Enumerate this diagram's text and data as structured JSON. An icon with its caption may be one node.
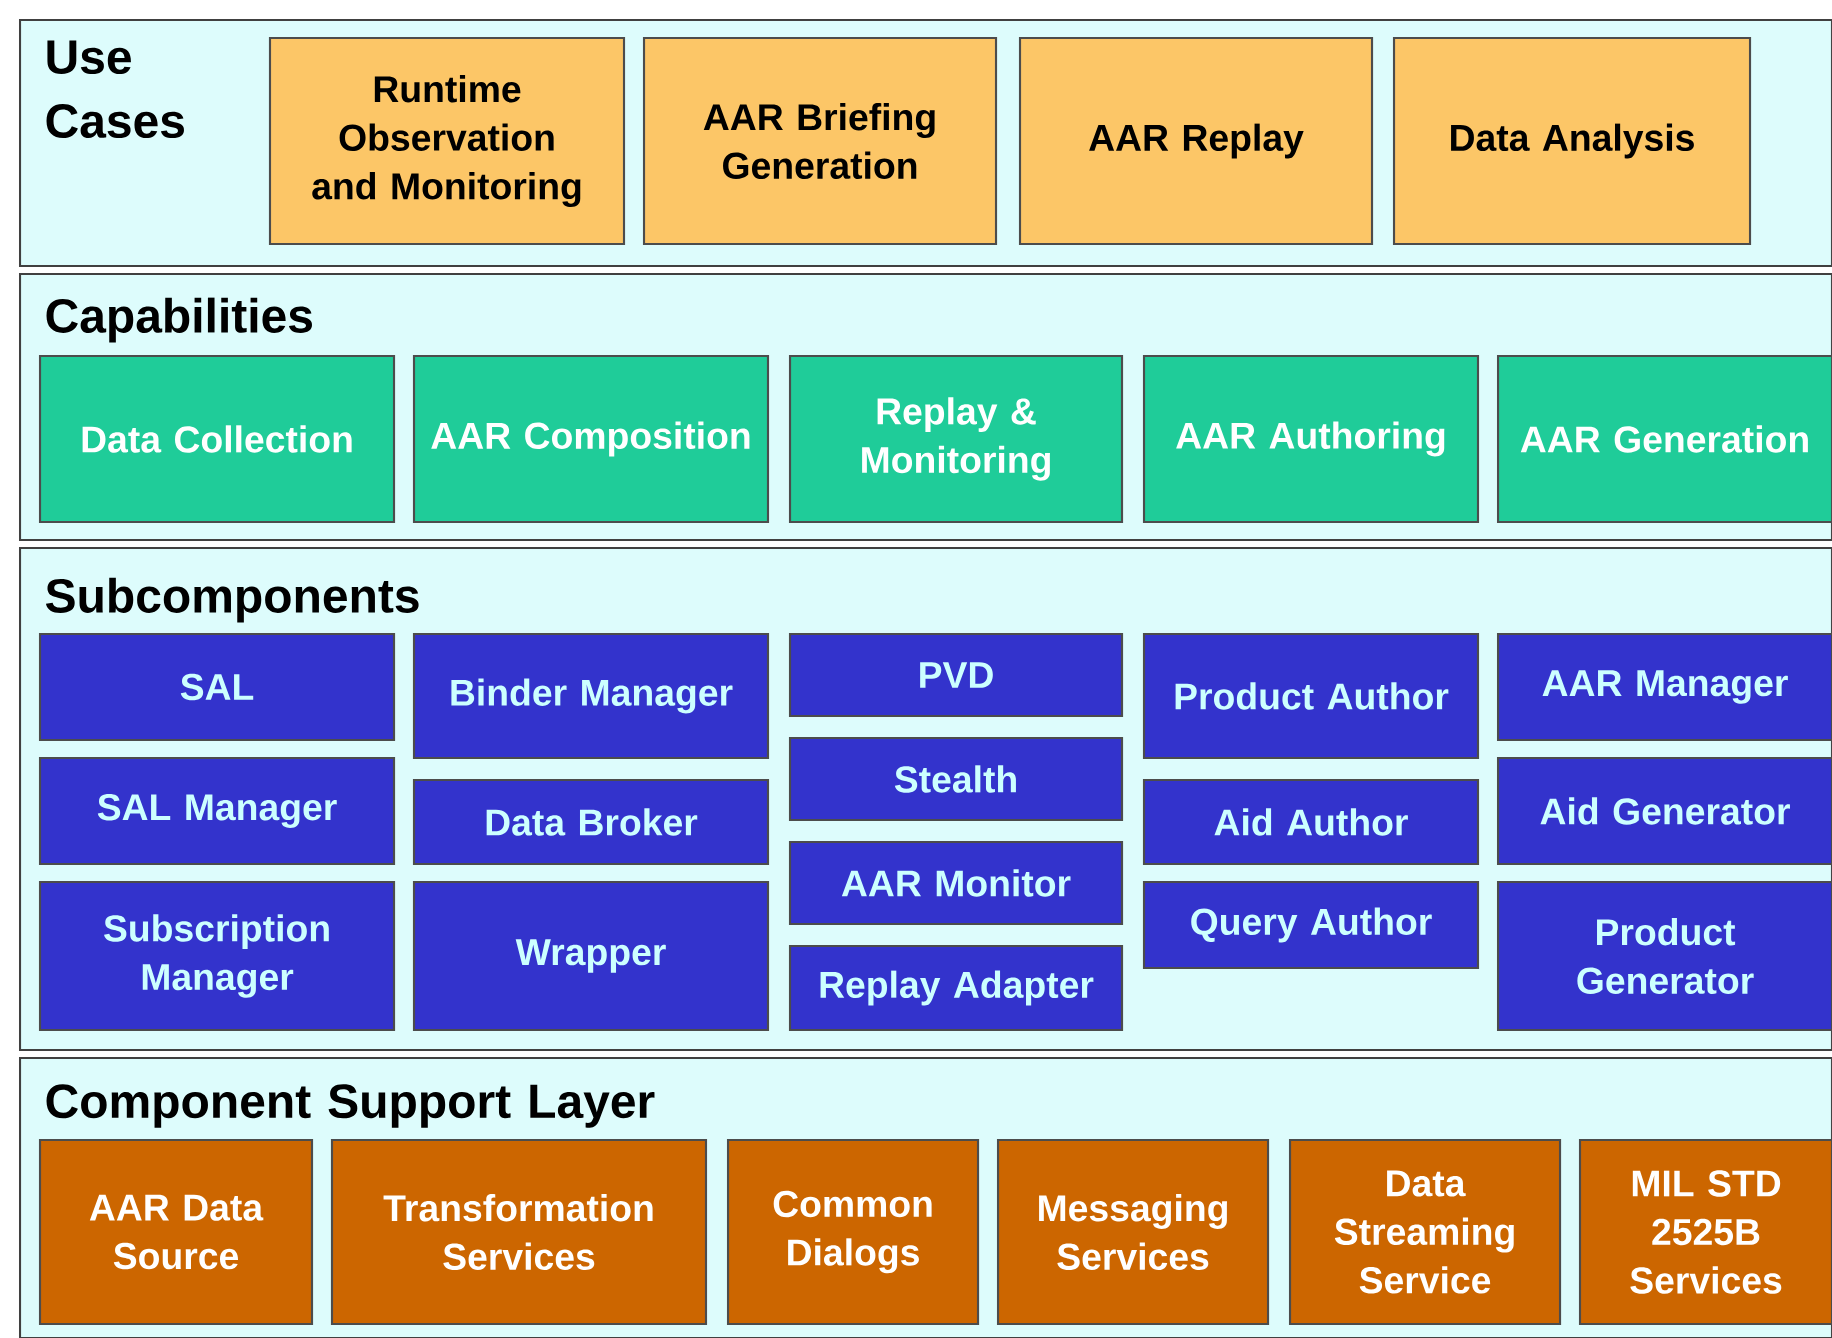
{
  "diagram": {
    "nodes": [
      {
        "text": [
          "Use Cases"
        ]
      },
      {
        "text": [
          "Runtime Observation and Monitoring"
        ],
        "in": 0
      },
      {
        "text": [
          "AAR Briefing Generation"
        ],
        "in": 0
      },
      {
        "text": [
          "AAR Replay"
        ],
        "in": 0
      },
      {
        "text": [
          "Data Analysis"
        ],
        "in": 0
      },
      {
        "text": [
          "Capabilities"
        ]
      },
      {
        "text": [
          "Data Collection"
        ],
        "in": 5
      },
      {
        "text": [
          "AAR Composition"
        ],
        "in": 5
      },
      {
        "text": [
          "Replay & Monitoring"
        ],
        "in": 5
      },
      {
        "text": [
          "AAR Authoring"
        ],
        "in": 5
      },
      {
        "text": [
          "AAR Generation"
        ],
        "in": 5
      },
      {
        "text": [
          "Subcomponents"
        ]
      },
      {
        "text": [
          "SAL"
        ],
        "in": 11
      },
      {
        "text": [
          "SAL Manager"
        ],
        "in": 11
      },
      {
        "text": [
          "Subscription Manager"
        ],
        "in": 11
      },
      {
        "text": [
          "Binder Manager"
        ],
        "in": 11
      },
      {
        "text": [
          "Data Broker"
        ],
        "in": 11
      },
      {
        "text": [
          "Wrapper"
        ],
        "in": 11
      },
      {
        "text": [
          "PVD"
        ],
        "in": 11
      },
      {
        "text": [
          "Stealth"
        ],
        "in": 11
      },
      {
        "text": [
          "AAR Monitor"
        ],
        "in": 11
      },
      {
        "text": [
          "Replay Adapter"
        ],
        "in": 11
      },
      {
        "text": [
          "Product Author"
        ],
        "in": 11
      },
      {
        "text": [
          "Aid Author"
        ],
        "in": 11
      },
      {
        "text": [
          "Query Author"
        ],
        "in": 11
      },
      {
        "text": [
          "AAR Manager"
        ],
        "in": 11
      },
      {
        "text": [
          "Aid Generator"
        ],
        "in": 11
      },
      {
        "text": [
          "Product Generator"
        ],
        "in": 11
      },
      {
        "text": [
          "Component Support Layer"
        ]
      },
      {
        "text": [
          "AAR Data Source"
        ],
        "in": 28
      },
      {
        "text": [
          "Transformation Services"
        ],
        "in": 28
      },
      {
        "text": [
          "Common Dialogs"
        ],
        "in": 28
      },
      {
        "text": [
          "Messaging Services"
        ],
        "in": 28
      },
      {
        "text": [
          "Data Streaming Service"
        ],
        "in": 28
      },
      {
        "text": [
          "MIL STD 2525B Services"
        ],
        "in": 28
      }
    ]
  }
}
